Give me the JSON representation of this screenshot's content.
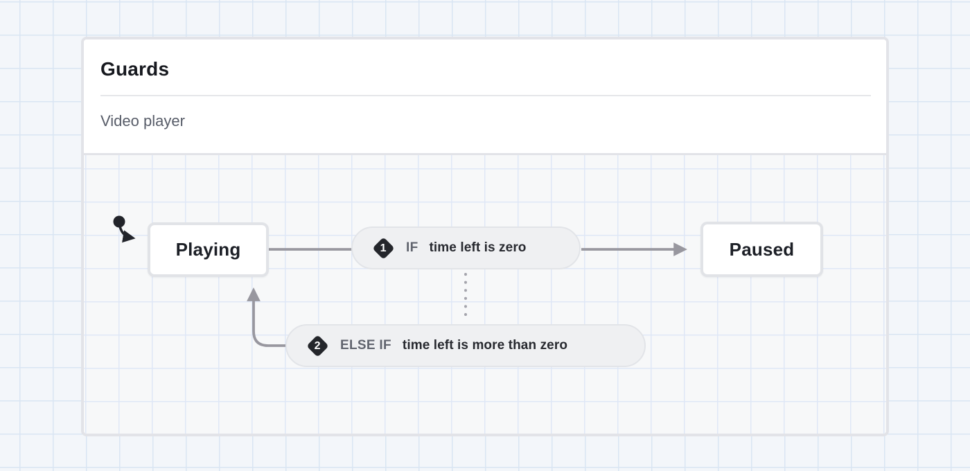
{
  "header": {
    "title": "Guards",
    "subtitle": "Video player"
  },
  "machine": {
    "name": "Video player",
    "initial_state": "Playing",
    "states": [
      {
        "label": "Playing"
      },
      {
        "label": "Paused"
      }
    ],
    "transitions": [
      {
        "order": "1",
        "keyword": "IF",
        "condition": "time left is zero",
        "from": "Playing",
        "to": "Paused"
      },
      {
        "order": "2",
        "keyword": "ELSE IF",
        "condition": "time left is more than zero",
        "from": "Playing",
        "to": "Playing"
      }
    ]
  },
  "icons": {
    "initial_state_marker": "initial-state-arrow-icon",
    "guard_badge_shape": "diamond-number-badge"
  },
  "colors": {
    "page_background": "#f3f6fa",
    "grid_line": "#d9e5f3",
    "canvas_background": "#f7f8f9",
    "card_border": "#e2e3e8",
    "edge_gray": "#98979f",
    "badge_background": "#24262b",
    "pill_background": "#eff0f2",
    "title_text": "#17191f",
    "subtitle_text": "#575c68",
    "condition_text": "#27292f",
    "keyword_text": "#60646e"
  }
}
